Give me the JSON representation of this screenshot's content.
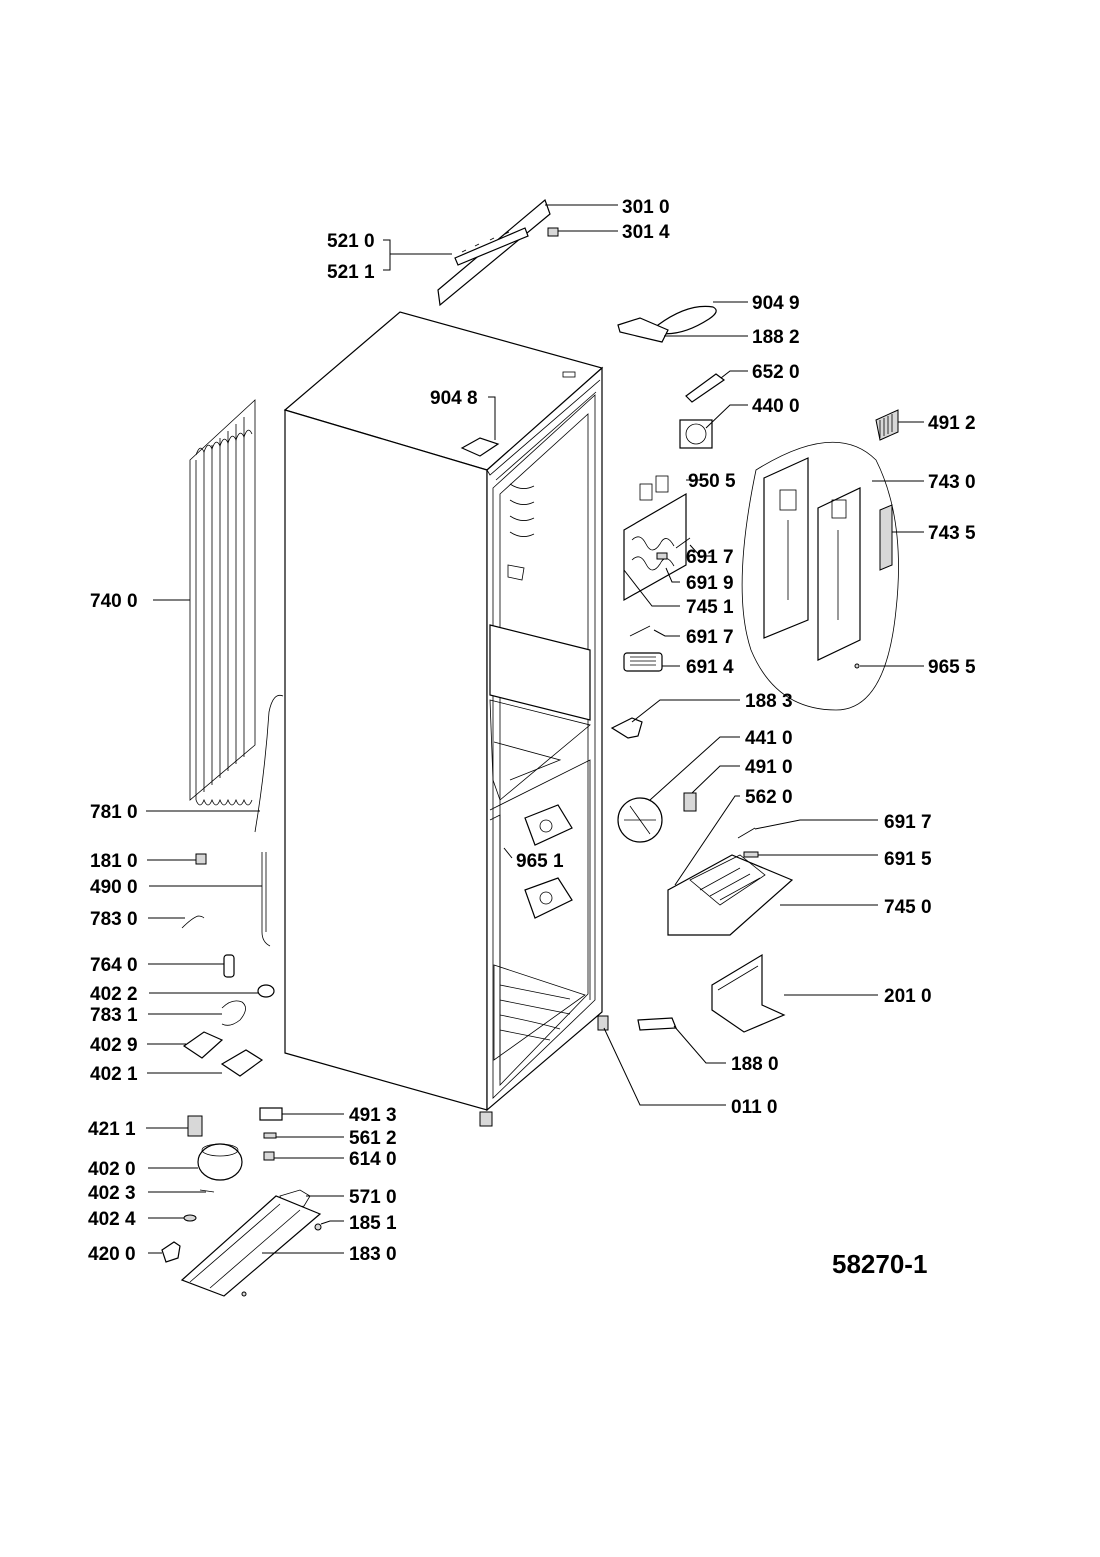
{
  "document_number": "58270-1",
  "labels": [
    {
      "text": "301 0"
    },
    {
      "text": "301 4"
    },
    {
      "text": "521 0"
    },
    {
      "text": "521 1"
    },
    {
      "text": "904 9"
    },
    {
      "text": "188 2"
    },
    {
      "text": "652 0"
    },
    {
      "text": "440 0"
    },
    {
      "text": "904 8"
    },
    {
      "text": "491 2"
    },
    {
      "text": "950 5"
    },
    {
      "text": "743 0"
    },
    {
      "text": "743 5"
    },
    {
      "text": "691 7"
    },
    {
      "text": "691 9"
    },
    {
      "text": "745 1"
    },
    {
      "text": "740 0"
    },
    {
      "text": "691 7"
    },
    {
      "text": "691 4"
    },
    {
      "text": "965 5"
    },
    {
      "text": "188 3"
    },
    {
      "text": "441 0"
    },
    {
      "text": "491 0"
    },
    {
      "text": "562 0"
    },
    {
      "text": "781 0"
    },
    {
      "text": "691 7"
    },
    {
      "text": "181 0"
    },
    {
      "text": "965 1"
    },
    {
      "text": "691 5"
    },
    {
      "text": "490 0"
    },
    {
      "text": "745 0"
    },
    {
      "text": "783 0"
    },
    {
      "text": "764 0"
    },
    {
      "text": "402 2"
    },
    {
      "text": "201 0"
    },
    {
      "text": "783 1"
    },
    {
      "text": "402 9"
    },
    {
      "text": "188 0"
    },
    {
      "text": "402 1"
    },
    {
      "text": "011 0"
    },
    {
      "text": "491 3"
    },
    {
      "text": "421 1"
    },
    {
      "text": "561 2"
    },
    {
      "text": "402 0"
    },
    {
      "text": "614 0"
    },
    {
      "text": "402 3"
    },
    {
      "text": "571 0"
    },
    {
      "text": "402 4"
    },
    {
      "text": "185 1"
    },
    {
      "text": "420 0"
    },
    {
      "text": "183 0"
    }
  ]
}
